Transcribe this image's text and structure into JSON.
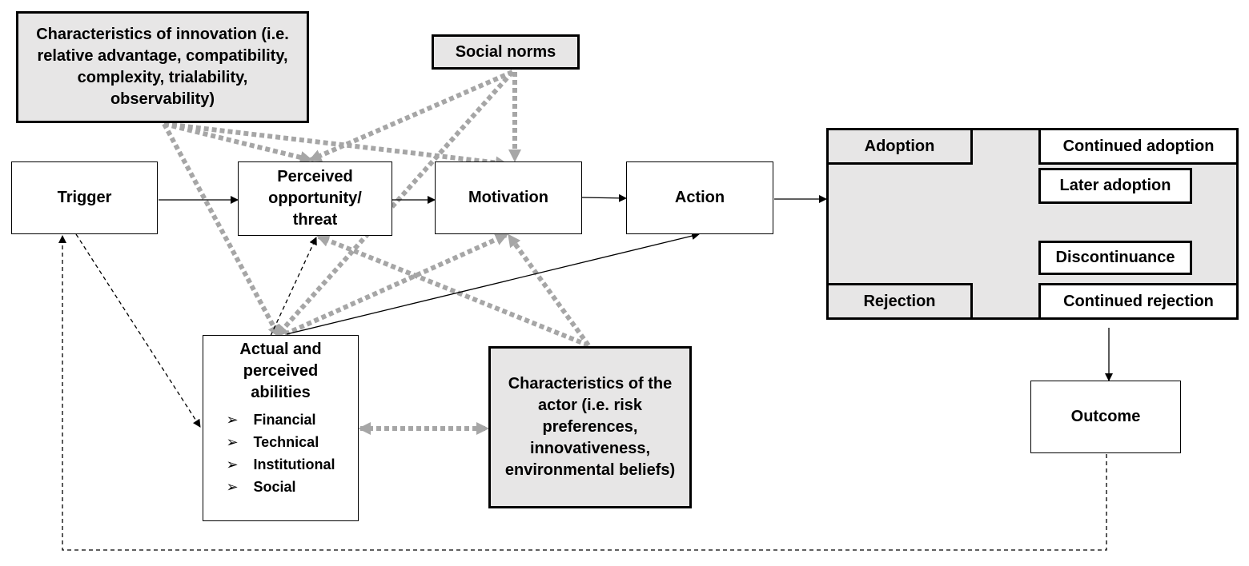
{
  "diagram": {
    "nodes": {
      "characteristics_innovation": "Characteristics of innovation (i.e. relative advantage, compatibility, complexity, trialability, observability)",
      "social_norms": "Social norms",
      "trigger": "Trigger",
      "perceived_opportunity": "Perceived opportunity/ threat",
      "motivation": "Motivation",
      "action": "Action",
      "abilities_title": "Actual and perceived abilities",
      "abilities_items": [
        "Financial",
        "Technical",
        "Institutional",
        "Social"
      ],
      "characteristics_actor": "Characteristics of the actor (i.e. risk preferences, innovativeness, environmental beliefs)",
      "adoption": "Adoption",
      "rejection": "Rejection",
      "continued_adoption": "Continued adoption",
      "later_adoption": "Later adoption",
      "discontinuance": "Discontinuance",
      "continued_rejection": "Continued rejection",
      "outcome": "Outcome"
    },
    "bullet_symbol": "➢",
    "colors": {
      "grey_fill": "#e7e6e6",
      "dotted_arrow": "#a6a6a6",
      "line": "#000000"
    }
  }
}
